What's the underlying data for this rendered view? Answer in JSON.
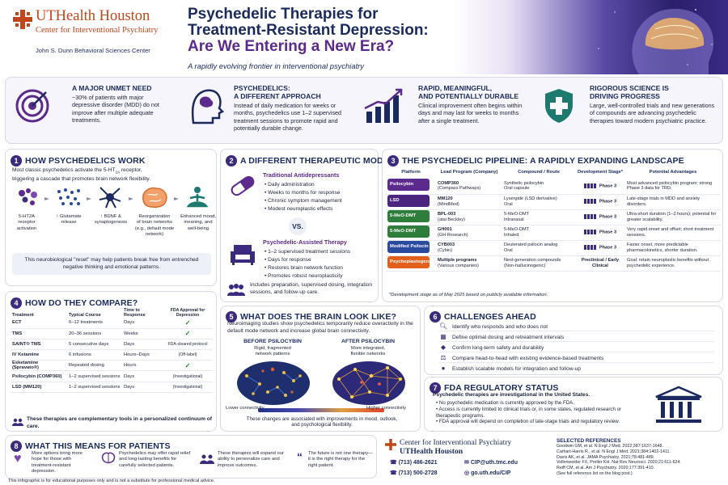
{
  "header": {
    "org_name": "UTHealth Houston",
    "org_sub": "Center for Interventional Psychiatry",
    "org_center": "John S. Dunn Behavioral Sciences Center",
    "title_line1": "Psychedelic Therapies for",
    "title_line2": "Treatment-Resistant Depression:",
    "title_line3": "Are We Entering a New Era?",
    "subtitle": "A rapidly evolving frontier in interventional psychiatry"
  },
  "highlights": [
    {
      "icon": "target-icon",
      "title": "A MAJOR UNMET NEED",
      "text": "~30% of patients with major depressive disorder (MDD) do not improve after multiple adequate treatments."
    },
    {
      "icon": "brain-head-icon",
      "title1": "PSYCHEDELICS:",
      "title2": "A DIFFERENT APPROACH",
      "text": "Instead of daily medication for weeks or months, psychedelics use 1–2 supervised treatment sessions to promote rapid and potentially durable change."
    },
    {
      "icon": "growth-chart-icon",
      "title1": "RAPID, MEANINGFUL,",
      "title2": "AND POTENTIALLY DURABLE",
      "text": "Clinical improvement often begins within days and may last for weeks to months after a single treatment."
    },
    {
      "icon": "shield-cross-icon",
      "title1": "RIGOROUS SCIENCE IS",
      "title2": "DRIVING PROGRESS",
      "text": "Large, well-controlled trials and new generations of compounds are advancing psychedelic therapies toward modern psychiatric practice."
    }
  ],
  "s1": {
    "num": "1",
    "title": "HOW PSYCHEDELICS WORK",
    "intro_a": "Most classic psychedelics activate the 5-HT",
    "intro_sub": "2A",
    "intro_b": " receptor,",
    "intro2": "triggering a cascade that promotes brain network flexibility.",
    "steps": [
      {
        "l1": "5-HT2A",
        "l2": "receptor",
        "l3": "activation"
      },
      {
        "l1": "↑ Glutamate",
        "l2": "release",
        "l3": ""
      },
      {
        "l1": "↑ BDNF &",
        "l2": "synaptogenesis",
        "l3": ""
      },
      {
        "l1": "Reorganization",
        "l2": "of brain networks",
        "l3": "(e.g., default mode network)"
      },
      {
        "l1": "Enhanced mood,",
        "l2": "meaning, and",
        "l3": "well-being"
      }
    ],
    "note": "This neurobiological \"reset\" may help patients break free from entrenched negative thinking and emotional patterns."
  },
  "s2": {
    "num": "2",
    "title": "A DIFFERENT THERAPEUTIC MODEL",
    "trad_title": "Traditional Antidepressants",
    "trad_items": [
      "Daily administration",
      "Weeks to months for response",
      "Chronic symptom management",
      "Modest neuroplastic effects"
    ],
    "vs": "VS.",
    "psy_title": "Psychedelic-Assisted Therapy",
    "psy_items": [
      "1–2 supervised treatment sessions",
      "Days for response",
      "Restores brain network function",
      "Promotes robust neuroplasticity"
    ],
    "footer": "Includes preparation, supervised dosing, integration sessions, and follow-up care."
  },
  "s3": {
    "num": "3",
    "title": "THE PSYCHEDELIC PIPELINE: A RAPIDLY EXPANDING LANDSCAPE",
    "headers": [
      "Platform",
      "Lead Program (Company)",
      "Compound / Route",
      "Development Stage*",
      "Potential Advantages"
    ],
    "rows": [
      {
        "platform": "Psilocybin",
        "color": "#5b2a8c",
        "prog1": "COMP360",
        "prog2": "(Compass Pathways)",
        "comp1": "Synthetic psilocybin",
        "comp2": "Oral capsule",
        "stage": "Phase 3",
        "adv": "Most advanced psilocybin program; strong Phase 3 data for TRD."
      },
      {
        "platform": "LSD",
        "color": "#4a2580",
        "prog1": "MM120",
        "prog2": "(MindMed)",
        "comp1": "Lysergide (LSD derivative)",
        "comp2": "Oral",
        "stage": "Phase 3",
        "adv": "Late-stage trials in MDD and anxiety disorders."
      },
      {
        "platform": "5-MeO-DMT",
        "color": "#2e7d3a",
        "prog1": "BPL-003",
        "prog2": "(atai Beckley)",
        "comp1": "5-MeO-DMT",
        "comp2": "Intranasal",
        "stage": "Phase 3",
        "adv": "Ultra-short duration (1–2 hours); potential for greater scalability."
      },
      {
        "platform": "5-MeO-DMT",
        "color": "#2e7d3a",
        "prog1": "GH001",
        "prog2": "(GH Research)",
        "comp1": "5-MeO-DMT",
        "comp2": "Inhaled",
        "stage": "Phase 3",
        "adv": "Very rapid onset and offset; short treatment sessions."
      },
      {
        "platform": "Modified Psilocin",
        "color": "#2a4aa0",
        "prog1": "CYB003",
        "prog2": "(Cybin)",
        "comp1": "Deuterated psilocin analog",
        "comp2": "Oral",
        "stage": "Phase 3",
        "adv": "Faster onset, more predictable pharmacokinetics, shorter duration."
      },
      {
        "platform": "Psychoplastogens",
        "color": "#e2601c",
        "prog1": "Multiple programs",
        "prog2": "(Various companies)",
        "comp1": "Next-generation compounds",
        "comp2": "(Non-hallucinogenic)",
        "stage": "Preclinical / Early Clinical",
        "adv": "Goal: retain neuroplastic benefits without psychedelic experience."
      }
    ],
    "footnote": "*Development stage as of May 2025 based on publicly available information."
  },
  "s4": {
    "num": "4",
    "title": "HOW DO THEY COMPARE?",
    "headers": [
      "Treatment",
      "Typical Course",
      "Time to Response",
      "FDA Approval for Depression"
    ],
    "rows": [
      {
        "name": "ECT",
        "course": "6–12 treatments",
        "time": "Days",
        "fda": "✓",
        "fda_kind": "check"
      },
      {
        "name": "TMS",
        "course": "20–36 sessions",
        "time": "Weeks",
        "fda": "✓",
        "fda_kind": "check"
      },
      {
        "name": "SAINT® TMS",
        "course": "5 consecutive days",
        "time": "Days",
        "fda": "FDA-cleared protocol",
        "fda_kind": "text"
      },
      {
        "name": "IV Ketamine",
        "course": "6 infusions",
        "time": "Hours–Days",
        "fda": "(Off-label)",
        "fda_kind": "off"
      },
      {
        "name": "Esketamine (Spravato®)",
        "course": "Repeated dosing",
        "time": "Hours",
        "fda": "✓",
        "fda_kind": "check"
      },
      {
        "name": "Psilocybin (COMP360)",
        "course": "1–2 supervised sessions",
        "time": "Days",
        "fda": "(Investigational)",
        "fda_kind": "inv"
      },
      {
        "name": "LSD (MM120)",
        "course": "1–2 supervised sessions",
        "time": "Days",
        "fda": "(Investigational)",
        "fda_kind": "inv"
      }
    ],
    "note": "These therapies are complementary tools in a personalized continuum of care."
  },
  "s5": {
    "num": "5",
    "title": "WHAT DOES THE BRAIN LOOK LIKE?",
    "intro": "Neuroimaging studies show psychedelics temporarily reduce overactivity in the default mode network and increase global brain connectivity.",
    "before_title": "BEFORE PSILOCYBIN",
    "before_sub1": "Rigid, fragmented",
    "before_sub2": "network patterns",
    "after_title": "AFTER PSILOCYBIN",
    "after_sub1": "More integrated,",
    "after_sub2": "flexible networks",
    "scale_low": "Lower connectivity",
    "scale_high": "Higher connectivity",
    "note": "These changes are associated with improvements in mood, outlook, and psychological flexibility."
  },
  "s6": {
    "num": "6",
    "title": "CHALLENGES AHEAD",
    "items": [
      {
        "icon": "magnifier-icon",
        "text": "Identify who responds and who does not"
      },
      {
        "icon": "calendar-icon",
        "text": "Define optimal dosing and retreatment intervals"
      },
      {
        "icon": "shield-check-icon",
        "text": "Confirm long-term safety and durability"
      },
      {
        "icon": "scale-icon",
        "text": "Compare head-to-head with existing evidence-based treatments"
      },
      {
        "icon": "people-icon",
        "text": "Establish scalable models for integration and follow-up"
      }
    ]
  },
  "s7": {
    "num": "7",
    "title": "FDA REGULATORY STATUS",
    "lead": "Psychedelic therapies are investigational in the United States.",
    "items": [
      "No psychedelic medication is currently approved by the FDA.",
      "Access is currently limited to clinical trials or, in some states, regulated research or therapeutic programs.",
      "FDA approval will depend on completion of late-stage trials and regulatory review."
    ]
  },
  "s8": {
    "num": "8",
    "title": "WHAT THIS MEANS FOR PATIENTS",
    "items": [
      {
        "icon": "heart-icon",
        "text": "More options bring more hope for those with treatment-resistant depression."
      },
      {
        "icon": "brain-icon",
        "text": "Psychedelics may offer rapid relief and long-lasting benefits for carefully selected patients."
      },
      {
        "icon": "people-icon",
        "text": "These therapies will expand our ability to personalize care and improve outcomes."
      },
      {
        "icon": "quote-icon",
        "text": "The future is not one therapy— it is the right therapy for the right patient."
      }
    ]
  },
  "contact": {
    "name1": "Center for Interventional Psychiatry",
    "name2": "UTHealth Houston",
    "phone1": "(713) 486-2621",
    "phone2": "(713) 500-2728",
    "email": "CIP@uth.tmc.edu",
    "web": "go.uth.edu/CIP"
  },
  "refs": {
    "title": "SELECTED REFERENCES",
    "items": [
      "Goodwin GM, et al. N Engl J Med. 2022;387:1637-1648.",
      "Carhart-Harris R., et al. N Engl J Med. 2021;384:1402-1411.",
      "Davis AK, et al. JAMA Psychiatry. 2021;78:481-489.",
      "Vollenweider FX, Preller KH. Nat Rev Neurosci. 2020;21:611-624.",
      "Reiff CM, et al. Am J Psychiatry. 2020;177:391-410.",
      "(See full reference list on the blog post.)"
    ]
  },
  "disclaimer": "This infographic is for educational purposes only and is not a substitute for professional medical advice.",
  "colors": {
    "navy": "#1b2a5e",
    "purple": "#5b2a8c",
    "accent": "#3b2a7e",
    "orange": "#c2461b"
  }
}
